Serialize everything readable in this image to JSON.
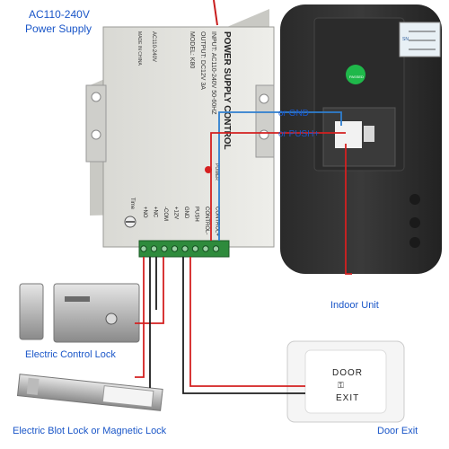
{
  "labels": {
    "power_supply_line1": "AC110-240V",
    "power_supply_line2": "Power Supply",
    "indoor_unit": "Indoor Unit",
    "electric_control_lock": "Electric Control Lock",
    "bolt_lock": "Electric Blot Lock or Magnetic Lock",
    "door_exit": "Door Exit",
    "or_gnd": "or GND",
    "or_push": "or PUSH+"
  },
  "power_box": {
    "title": "POWER SUPPLY CONTROL",
    "input": "INPUT: AC110-240V  50-60HZ",
    "output": "OUTPUT: DC12V  3A",
    "model": "MODEL: K80",
    "side_voltage": "AC110-240V",
    "made_in": "MADE IN CHINA",
    "power_led_label": "POWER",
    "time_label": "Time",
    "terminal_labels": [
      "+NO",
      "+NC",
      "-COM",
      "+12V",
      "GND",
      "PUSH",
      "CONTROL-",
      "CONTROL+"
    ]
  },
  "indoor": {
    "sticker_text": "PASSED"
  },
  "door_exit_button": {
    "line1": "DOOR",
    "line2": "EXIT"
  },
  "colors": {
    "label_blue": "#1a56c8",
    "wire_red": "#d42020",
    "wire_black": "#1e1e1e",
    "wire_blue": "#2f7fd0",
    "terminal_green": "#2e8b3c"
  }
}
